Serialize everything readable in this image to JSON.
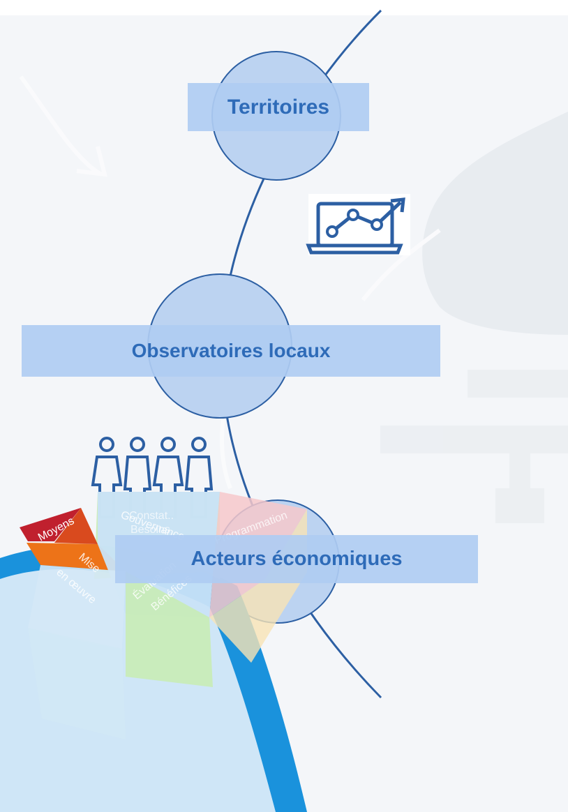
{
  "nodes": [
    {
      "label": "Territoires"
    },
    {
      "label": "Observatoires locaux"
    },
    {
      "label": "Acteurs économiques"
    }
  ],
  "icons": {
    "chart": "laptop-chart-icon",
    "people": "people-group-icon"
  },
  "logo": {
    "segments": {
      "constat": "Constat..",
      "besoins": "Besoins",
      "moyens": "Moyens",
      "gouvernance": "Gouvernance",
      "programmation": "Programmation",
      "mise": "Mise",
      "en_oeuvre": "en œuvre",
      "evaluation": "Évaluation",
      "benefices": "Bénéfices"
    }
  },
  "colors": {
    "background": "#f4f6f9",
    "circle_fill": "#bcd3f1",
    "circle_stroke": "#2c5fa3",
    "label_fill": "#afccf2",
    "label_text": "#2e6bb8",
    "accent_blue": "#1a92dc",
    "accent_red": "#c0202e",
    "accent_orange": "#ed7318"
  }
}
